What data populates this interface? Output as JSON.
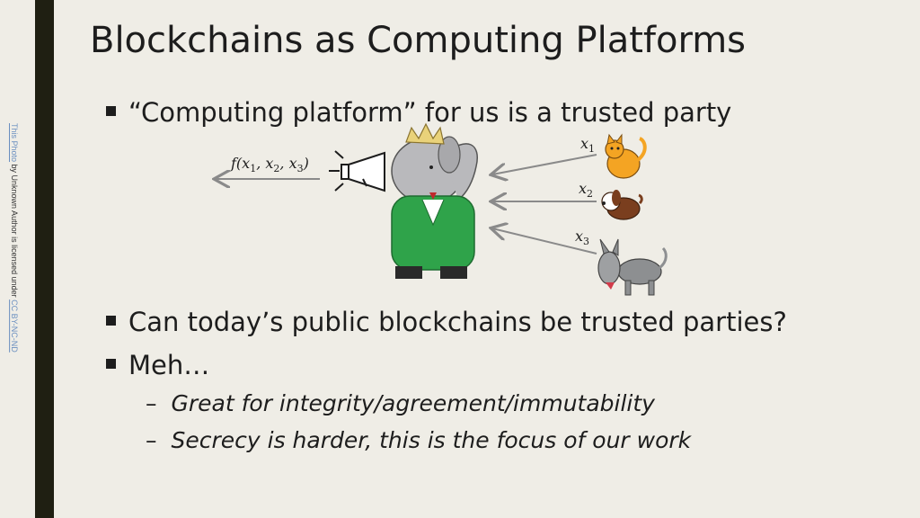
{
  "slide": {
    "title": "Blockchains as Computing Platforms",
    "bullets": [
      "“Computing platform” for us is a trusted party",
      "Can today’s public blockchains be trusted parties?",
      "Meh…"
    ],
    "sub_bullets": [
      "Great for integrity/agreement/immutability",
      "Secrecy is harder, this is the focus of our work"
    ],
    "dash": "–"
  },
  "attribution": {
    "link1": "This Photo",
    "middle": " by Unknown Author is licensed under ",
    "link2": "CC BY-NC-ND"
  },
  "diagram": {
    "function_label": "f(x",
    "function_sub1": "1",
    "function_mid1": ", x",
    "function_sub2": "2",
    "function_mid2": ", x",
    "function_sub3": "3",
    "function_end": ")",
    "inputs": [
      {
        "var": "x",
        "sub": "1",
        "animal": "cat-icon"
      },
      {
        "var": "x",
        "sub": "2",
        "animal": "dog-icon"
      },
      {
        "var": "x",
        "sub": "3",
        "animal": "donkey-icon"
      }
    ],
    "party": "elephant-icon",
    "speaker": "megaphone-icon"
  },
  "colors": {
    "background": "#efede6",
    "side_bar": "#1f1f12",
    "arrow": "#8a8a8a",
    "suit": "#2fa34a"
  }
}
